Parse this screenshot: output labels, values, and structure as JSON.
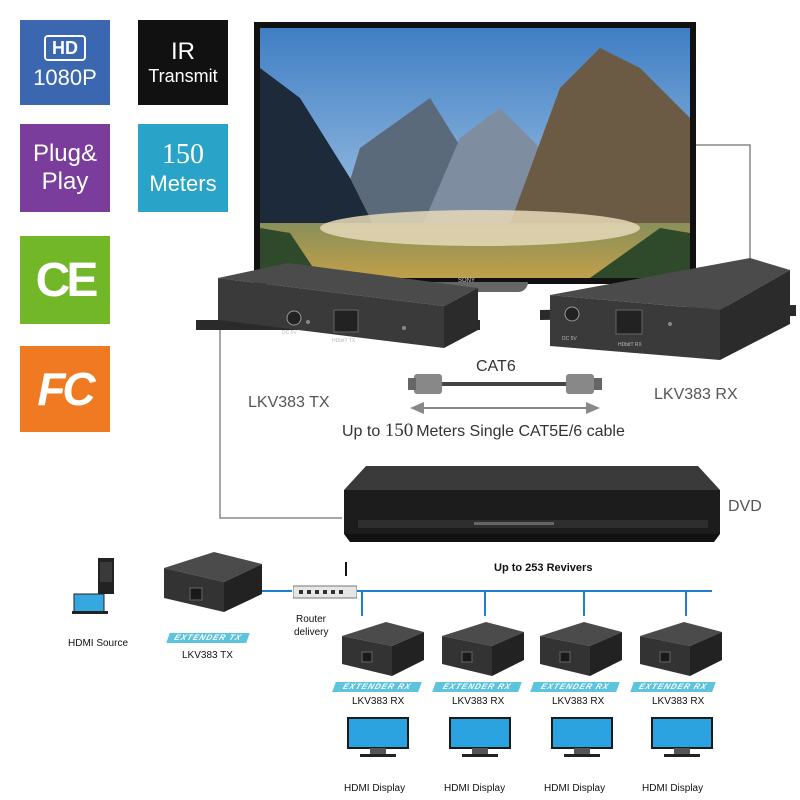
{
  "badges": {
    "hd": {
      "line1": "HD",
      "line2": "1080P",
      "color": "#3b66b0"
    },
    "ir": {
      "line1": "IR",
      "line2": "Transmit",
      "color": "#111111"
    },
    "plug": {
      "line1": "Plug&",
      "line2": "Play",
      "color": "#7b3d9b"
    },
    "meters": {
      "line1": "150",
      "line2": "Meters",
      "color": "#2aa3c8"
    },
    "ce": {
      "text": "CE",
      "color": "#72b728"
    },
    "fc": {
      "text": "FC",
      "color": "#f07a22"
    }
  },
  "tv": {
    "brand": "SONY"
  },
  "devices": {
    "tx_label": "LKV383 TX",
    "rx_label": "LKV383 RX",
    "tx_port": "HDbitT TX",
    "rx_port": "HDbitT RX",
    "dc": "DC 5V"
  },
  "cable": {
    "name": "CAT6",
    "desc_prefix": "Up to ",
    "desc_number": "150",
    "desc_suffix": "Meters Single CAT5E/6 cable"
  },
  "dvd_label": "DVD",
  "network": {
    "title": "Up to 253 Revivers",
    "source_label": "HDMI Source",
    "tx_label": "LKV383 TX",
    "tx_tag": "EXTENDER TX",
    "router_label_1": "Router",
    "router_label_2": "delivery",
    "rx_tag": "EXTENDER RX",
    "receivers": [
      {
        "label": "LKV383 RX",
        "display": "HDMI Display"
      },
      {
        "label": "LKV383 RX",
        "display": "HDMI Display"
      },
      {
        "label": "LKV383 RX",
        "display": "HDMI Display"
      },
      {
        "label": "LKV383 RX",
        "display": "HDMI Display"
      }
    ],
    "line_color": "#1f7fd0"
  }
}
